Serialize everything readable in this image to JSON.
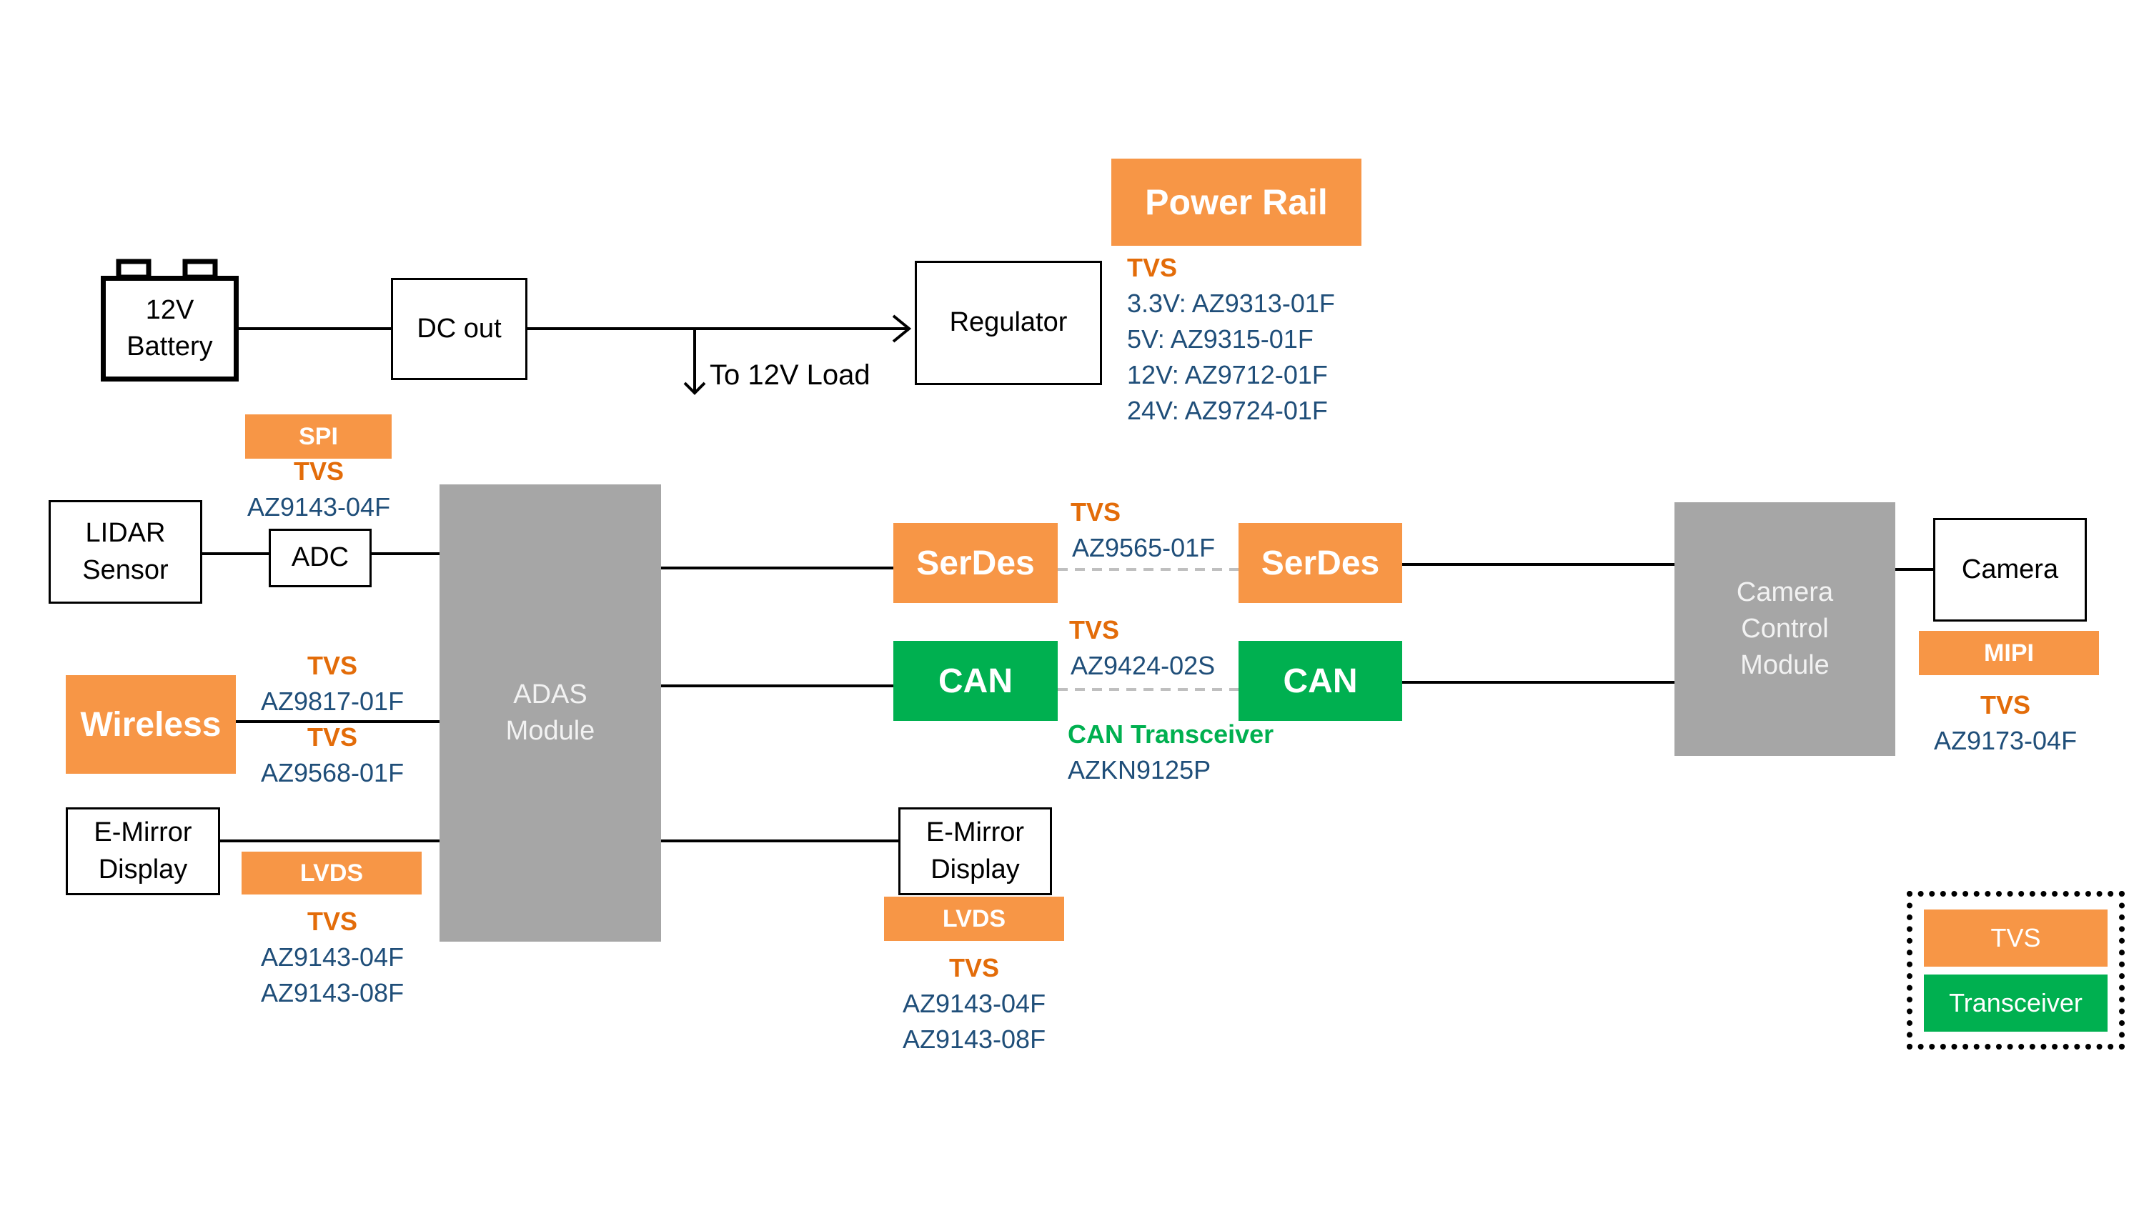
{
  "power": {
    "battery_line1": "12V",
    "battery_line2": "Battery",
    "dc_out": "DC out",
    "to_load": "To 12V Load",
    "regulator": "Regulator",
    "power_rail": "Power Rail",
    "tvs": "TVS",
    "rail_parts": [
      "3.3V: AZ9313-01F",
      "5V: AZ9315-01F",
      "12V: AZ9712-01F",
      "24V: AZ9724-01F"
    ]
  },
  "left": {
    "lidar_line1": "LIDAR",
    "lidar_line2": "Sensor",
    "adc": "ADC",
    "spi": "SPI",
    "spi_tvs": "TVS",
    "spi_part": "AZ9143-04F",
    "wireless": "Wireless",
    "wireless_tvs1": "TVS",
    "wireless_part1": "AZ9817-01F",
    "wireless_tvs2": "TVS",
    "wireless_part2": "AZ9568-01F",
    "emirror_line1": "E-Mirror",
    "emirror_line2": "Display",
    "lvds": "LVDS",
    "lvds_tvs": "TVS",
    "lvds_parts": [
      "AZ9143-04F",
      "AZ9143-08F"
    ]
  },
  "adas": {
    "line1": "ADAS",
    "line2": "Module"
  },
  "middle": {
    "serdes_left": "SerDes",
    "serdes_right": "SerDes",
    "serdes_tvs": "TVS",
    "serdes_part": "AZ9565-01F",
    "can_left": "CAN",
    "can_right": "CAN",
    "can_tvs": "TVS",
    "can_part": "AZ9424-02S",
    "can_transceiver": "CAN Transceiver",
    "can_transceiver_part": "AZKN9125P",
    "emirror_line1": "E-Mirror",
    "emirror_line2": "Display",
    "lvds": "LVDS",
    "lvds_tvs": "TVS",
    "lvds_parts": [
      "AZ9143-04F",
      "AZ9143-08F"
    ]
  },
  "right": {
    "ccm_line1": "Camera",
    "ccm_line2": "Control",
    "ccm_line3": "Module",
    "camera": "Camera",
    "mipi": "MIPI",
    "mipi_tvs": "TVS",
    "mipi_part": "AZ9173-04F"
  },
  "legend": {
    "tvs": "TVS",
    "transceiver": "Transceiver"
  },
  "colors": {
    "tvs_orange": "#f79646",
    "transceiver_green": "#00b050",
    "tvs_label": "#e36c09",
    "part_number": "#1f4e79",
    "module_gray": "#a6a6a6"
  }
}
